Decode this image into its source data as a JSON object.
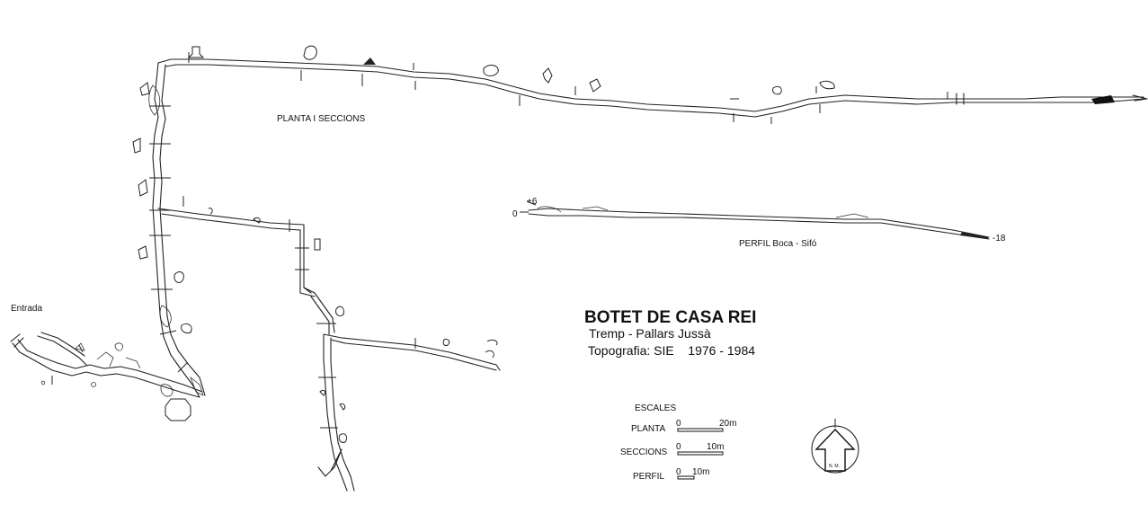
{
  "map": {
    "title": "BOTET DE CASA REI",
    "location": "Tremp - Pallars Jussà",
    "topography": "Topografia: SIE    1976 - 1984",
    "plan_label": "PLANTA I SECCIONS",
    "profile_label": "PERFIL  Boca - Sifó",
    "entrance_label": "Entrada",
    "profile_elev_top": "+6",
    "profile_elev_zero": "0",
    "profile_elev_bottom": "-18"
  },
  "scales": {
    "heading": "ESCALES",
    "planta_label": "PLANTA",
    "planta_zero": "0",
    "planta_value": "20m",
    "seccions_label": "SECCIONS",
    "seccions_zero": "0",
    "seccions_value": "10m",
    "perfil_label": "PERFIL",
    "perfil_zero": "0",
    "perfil_value": "10m"
  },
  "north": {
    "label": "N. M."
  }
}
